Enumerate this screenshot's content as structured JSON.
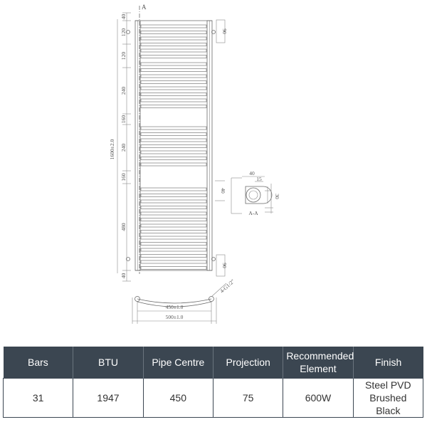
{
  "drawing": {
    "section_marker": "A",
    "section_label": "A-A",
    "height_dim": "1600±2.0",
    "segments": [
      "40",
      "120",
      "120",
      "240",
      "160",
      "240",
      "160",
      "480",
      "40"
    ],
    "side_top": "90",
    "side_mid": "40",
    "side_bottom": "90",
    "detail_top": "40",
    "detail_inner": "15",
    "detail_right": "30",
    "pipe_label": "4-G1/2\"",
    "width_inner": "450±1.0",
    "width_outer": "500±1.0"
  },
  "table": {
    "headers": [
      "Bars",
      "BTU",
      "Pipe Centre",
      "Projection",
      "Recommended Element",
      "Finish"
    ],
    "row": [
      "31",
      "1947",
      "450",
      "75",
      "600W",
      "Steel PVD Brushed Black"
    ]
  }
}
